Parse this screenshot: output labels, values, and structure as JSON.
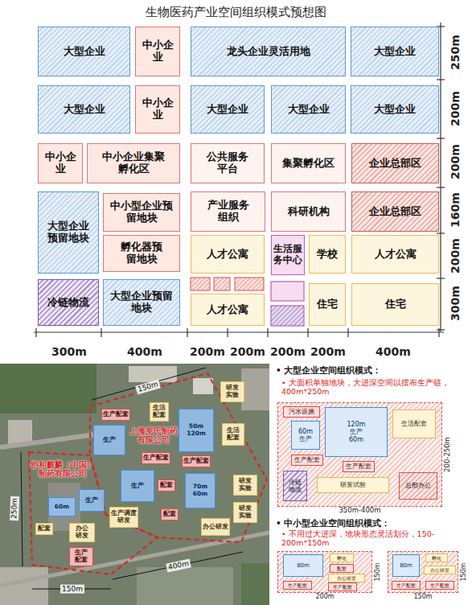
{
  "diagram": {
    "title": "生物医药产业空间组织模式预想图",
    "nodes": [
      {
        "text": [
          "大型企业"
        ]
      },
      {
        "text": [
          "中小企业"
        ]
      },
      {
        "text": [
          "龙头企业灵活用地"
        ]
      },
      {
        "text": [
          "大型企业"
        ]
      },
      {
        "text": [
          "大型企业"
        ]
      },
      {
        "text": [
          "中小企业"
        ]
      },
      {
        "text": [
          "大型企业"
        ]
      },
      {
        "text": [
          "大型企业"
        ]
      },
      {
        "text": [
          "大型企业"
        ]
      },
      {
        "text": [
          "中小企业"
        ]
      },
      {
        "text": [
          "中小企业集聚孵化区"
        ]
      },
      {
        "text": [
          "公共服务平台"
        ]
      },
      {
        "text": [
          "集聚孵化区"
        ]
      },
      {
        "text": [
          "企业总部区"
        ]
      },
      {
        "text": [
          "大型企业预留地块"
        ]
      },
      {
        "text": [
          "中小型企业预留地块"
        ]
      },
      {
        "text": [
          "产业服务组织"
        ]
      },
      {
        "text": [
          "科研机构"
        ]
      },
      {
        "text": [
          "企业总部区"
        ]
      },
      {
        "text": [
          "孵化器预留地块"
        ]
      },
      {
        "text": [
          "人才公寓"
        ]
      },
      {
        "text": [
          "生活服务中心"
        ]
      },
      {
        "text": [
          "学校"
        ]
      },
      {
        "text": [
          "人才公寓"
        ]
      },
      {
        "text": [
          "冷链物流"
        ]
      },
      {
        "text": [
          "大型企业预留地块"
        ]
      },
      {
        "text": [
          "人才公寓"
        ]
      },
      {
        "text": [
          "住宅"
        ]
      },
      {
        "text": [
          "住宅"
        ]
      },
      {
        "text": [
          "研发实验"
        ]
      },
      {
        "text": [
          "生活配套"
        ]
      },
      {
        "text": [
          "生产配套"
        ]
      },
      {
        "text": [
          "50m",
          "120m"
        ]
      },
      {
        "text": [
          "生产"
        ]
      },
      {
        "text": [
          "生产配套"
        ]
      },
      {
        "text": [
          "生活配套"
        ]
      },
      {
        "text": [
          "生产配套"
        ]
      },
      {
        "text": [
          "生产"
        ]
      },
      {
        "text": [
          "配套"
        ]
      },
      {
        "text": [
          "70m",
          "60m"
        ]
      },
      {
        "text": [
          "研发实验"
        ]
      },
      {
        "text": [
          "生产调度研发"
        ]
      },
      {
        "text": [
          "配套"
        ]
      },
      {
        "text": [
          "研发实验"
        ]
      },
      {
        "text": [
          "办公研发"
        ]
      },
      {
        "text": [
          "60m"
        ]
      },
      {
        "text": [
          "生产"
        ]
      },
      {
        "text": [
          "配套"
        ]
      },
      {
        "text": [
          "办公研发"
        ]
      },
      {
        "text": [
          "生产配套"
        ]
      },
      {
        "text": [
          "350m-400m",
          "200-250m"
        ]
      },
      {
        "text": [
          "污水设施"
        ],
        "in": 50
      },
      {
        "text": [
          "60m",
          "生产"
        ],
        "in": 50
      },
      {
        "text": [
          "120m",
          "生产",
          "60m"
        ],
        "in": 50
      },
      {
        "text": [
          "生活配套"
        ],
        "in": 50
      },
      {
        "text": [
          "生产配套"
        ],
        "in": 50
      },
      {
        "text": [
          "生产配套"
        ],
        "in": 50
      },
      {
        "text": [
          "冷链物流"
        ],
        "in": 50
      },
      {
        "text": [
          "研发试验"
        ],
        "in": 50
      },
      {
        "text": [
          "总部办公"
        ],
        "in": 50
      },
      {
        "text": [
          "200m",
          "150m"
        ]
      },
      {
        "text": [
          "80m"
        ],
        "in": 60
      },
      {
        "text": [
          "孵化"
        ],
        "in": 60
      },
      {
        "text": [
          "配套"
        ],
        "in": 60
      },
      {
        "text": [
          "办公研发"
        ],
        "in": 60
      },
      {
        "text": [
          "生产配套"
        ],
        "in": 60
      },
      {
        "text": [
          "生产配套"
        ],
        "in": 60
      },
      {
        "text": [
          "150m",
          "150m"
        ]
      },
      {
        "text": [
          "80m"
        ],
        "in": 67
      },
      {
        "text": [
          "孵化"
        ],
        "in": 67
      },
      {
        "text": [
          "办公研发"
        ],
        "in": 67
      },
      {
        "text": [
          "生产配套"
        ],
        "in": 67
      },
      {
        "text": [
          "生产配套"
        ],
        "in": 67
      }
    ],
    "labels": [
      "250m",
      "200m",
      "200m",
      "160m",
      "200m",
      "300m",
      "300m",
      "400m",
      "200m",
      "200m",
      "200m",
      "200m",
      "400m",
      "协和麒麟（中国）制药有限公司",
      "上海罗氏制药有限公司",
      "150m",
      "250m",
      "400m",
      "150m",
      "• 大型企业空间组织模式：",
      "• 大面积单独地块，大进深空间以摆布生产链，400m*250m",
      "• 中小型企业空间组织模式：",
      "• 不用过大进深，地块形态灵活划分，150-200m*150m"
    ]
  }
}
